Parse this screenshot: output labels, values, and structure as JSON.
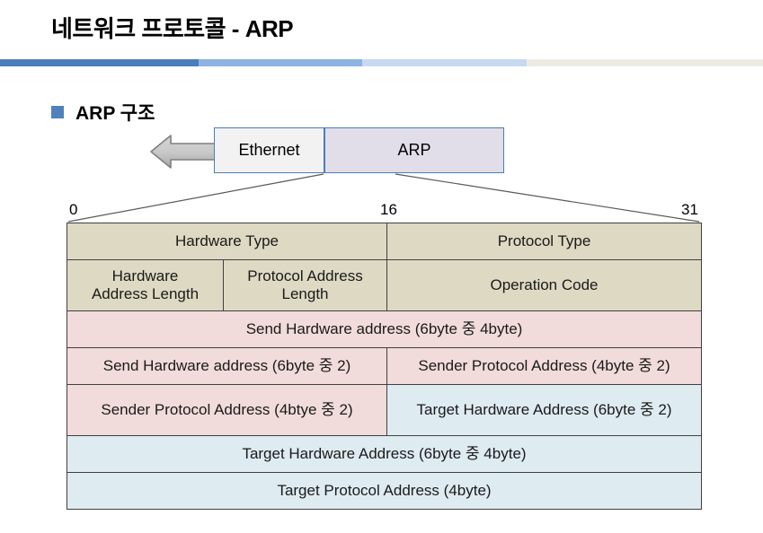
{
  "slide": {
    "title": "네트워크 프로토콜 - ARP",
    "divider_colors": [
      "#4A7EBB",
      "#8DB3E2",
      "#C6D9F0",
      "#EDEBE2"
    ]
  },
  "section": {
    "bullet_icon": "square-bullet-icon",
    "label": "ARP 구조",
    "bullet_color": "#4F81BD"
  },
  "encapsulation": {
    "arrow_icon": "left-block-arrow-icon",
    "boxes": [
      {
        "label": "Ethernet",
        "color": "#F2F2F2"
      },
      {
        "label": "ARP",
        "color": "#E2DEE9"
      }
    ]
  },
  "bit_ruler": {
    "start": "0",
    "middle": "16",
    "end": "31"
  },
  "packet_table": {
    "colors": {
      "beige": "#DDD9C3",
      "pink": "#F2DCDB",
      "blue": "#DEEBF1",
      "border": "#404040"
    },
    "rows": [
      {
        "fill": "beige",
        "cells": [
          {
            "text": "Hardware Type",
            "span": 16
          },
          {
            "text": "Protocol Type",
            "span": 16
          }
        ]
      },
      {
        "fill": "beige",
        "cells": [
          {
            "text": "Hardware\nAddress Length",
            "span": 8
          },
          {
            "text": "Protocol Address\nLength",
            "span": 8
          },
          {
            "text": "Operation Code",
            "span": 16
          }
        ]
      },
      {
        "fill": "pink",
        "cells": [
          {
            "text": "Send Hardware address (6byte 중 4byte)",
            "span": 32
          }
        ]
      },
      {
        "fill": "pink",
        "cells": [
          {
            "text": "Send Hardware address (6byte 중 2)",
            "span": 16
          },
          {
            "text": "Sender Protocol Address (4byte 중 2)",
            "span": 16
          }
        ]
      },
      {
        "fill": "mixed",
        "cells": [
          {
            "text": "Sender Protocol Address (4btye 중 2)",
            "span": 16,
            "fill": "pink"
          },
          {
            "text": "Target Hardware Address (6byte 중 2)",
            "span": 16,
            "fill": "blue"
          }
        ]
      },
      {
        "fill": "blue",
        "cells": [
          {
            "text": "Target Hardware Address (6byte 중 4byte)",
            "span": 32
          }
        ]
      },
      {
        "fill": "blue",
        "cells": [
          {
            "text": "Target Protocol Address (4byte)",
            "span": 32
          }
        ]
      }
    ]
  }
}
